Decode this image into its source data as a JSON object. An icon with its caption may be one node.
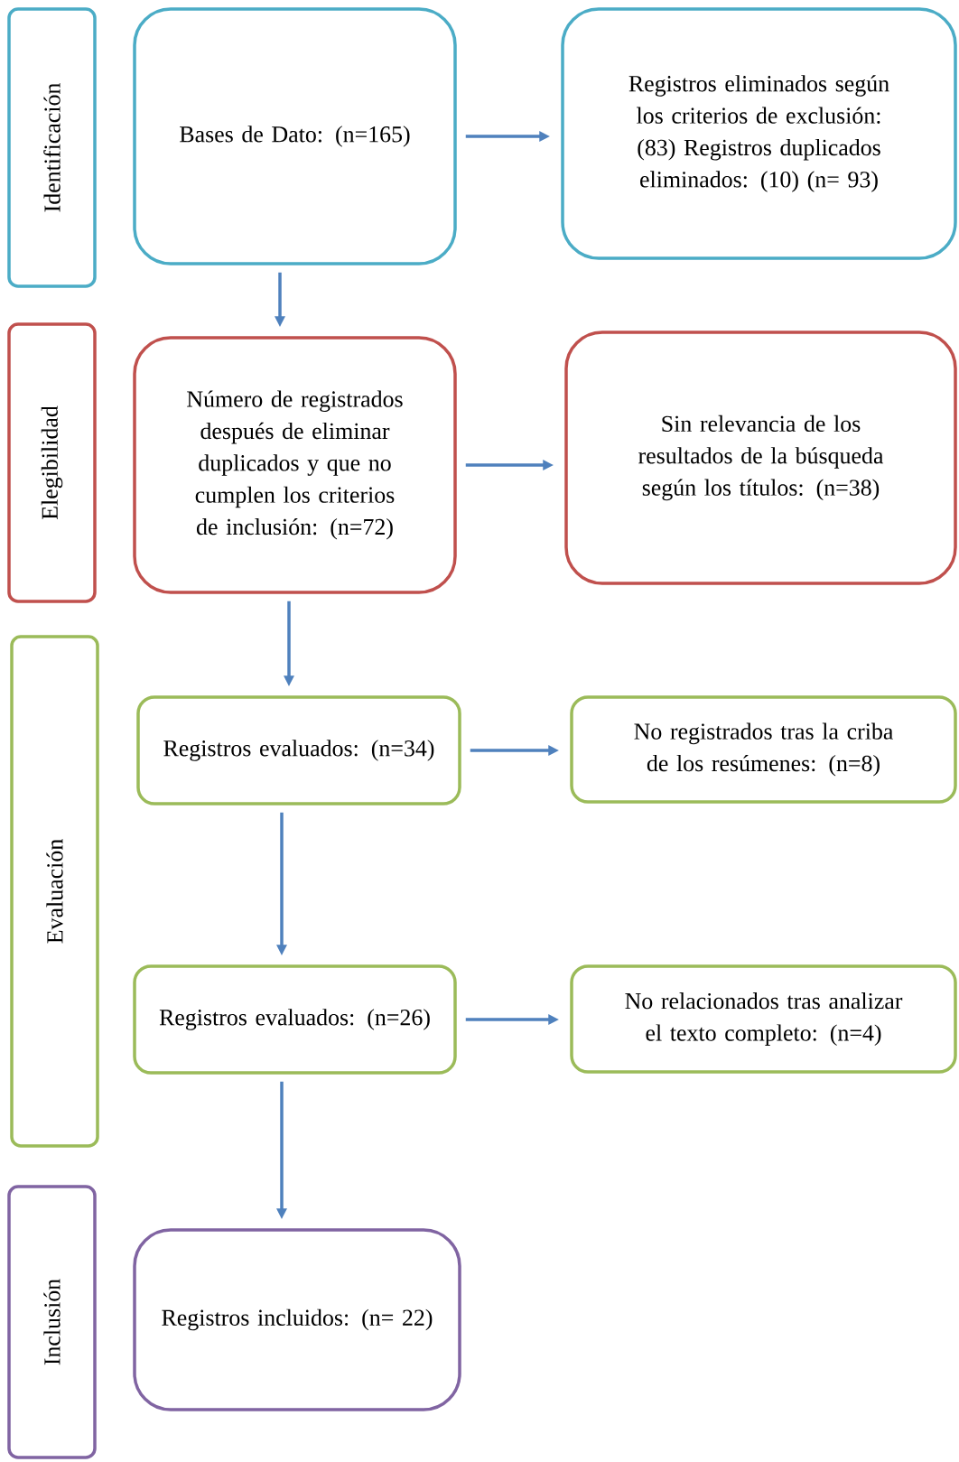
{
  "diagram": {
    "nodes": [
      {
        "text": [
          "Identificación"
        ]
      },
      {
        "text": [
          "Bases de Dato: (n=165)"
        ]
      },
      {
        "text": [
          "Registros eliminados según los criterios de exclusión: (83) Registros duplicados eliminados: (10) (n= 93)"
        ]
      },
      {
        "text": [
          "Elegibilidad"
        ]
      },
      {
        "text": [
          "Número de registrados después de eliminar duplicados y que no cumplen los criterios de inclusión: (n=72)"
        ]
      },
      {
        "text": [
          "Sin relevancia de los resultados de la búsqueda según los títulos: (n=38)"
        ]
      },
      {
        "text": [
          "Evaluación"
        ]
      },
      {
        "text": [
          "Registros evaluados: (n=34)"
        ]
      },
      {
        "text": [
          "No registrados tras la criba de los resúmenes: (n=8)"
        ]
      },
      {
        "text": [
          "Registros evaluados: (n=26)"
        ]
      },
      {
        "text": [
          "No relacionados tras analizar el texto completo: (n=4)"
        ]
      },
      {
        "text": [
          "Inclusión"
        ]
      },
      {
        "text": [
          "Registros incluidos: (n= 22)"
        ]
      }
    ],
    "edges": [
      {
        "from": 1,
        "to": 2,
        "arrow": "to"
      },
      {
        "from": 1,
        "to": 4,
        "arrow": "to"
      },
      {
        "from": 4,
        "to": 5,
        "arrow": "to"
      },
      {
        "from": 4,
        "to": 7,
        "arrow": "to"
      },
      {
        "from": 7,
        "to": 8,
        "arrow": "to"
      },
      {
        "from": 7,
        "to": 9,
        "arrow": "to"
      },
      {
        "from": 9,
        "to": 10,
        "arrow": "to"
      },
      {
        "from": 9,
        "to": 12,
        "arrow": "to"
      }
    ]
  }
}
